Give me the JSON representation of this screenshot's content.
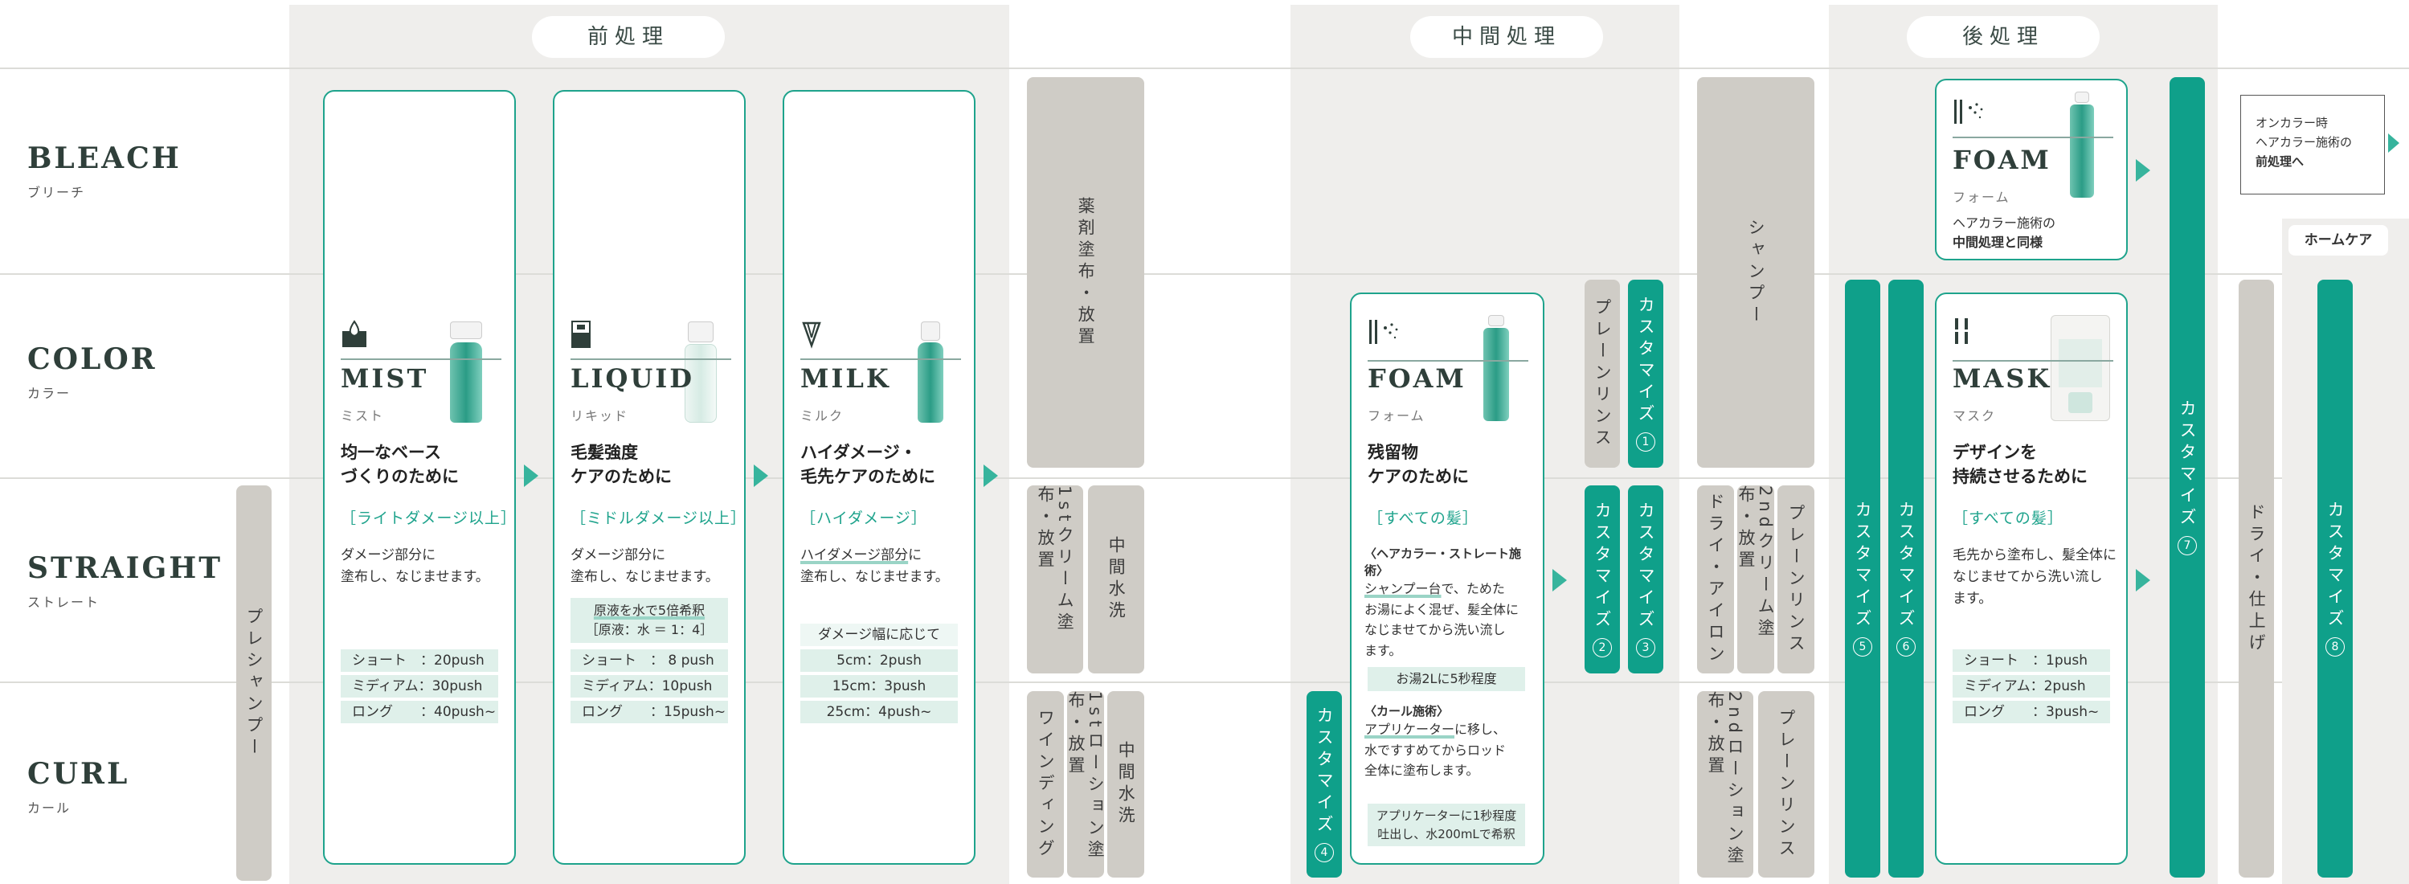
{
  "sections": {
    "pre": "前処理",
    "mid": "中間処理",
    "post": "後処理"
  },
  "rows": [
    {
      "en": "BLEACH",
      "jp": "ブリーチ"
    },
    {
      "en": "COLOR",
      "jp": "カラー"
    },
    {
      "en": "STRAIGHT",
      "jp": "ストレート"
    },
    {
      "en": "CURL",
      "jp": "カール"
    }
  ],
  "preshampoo": "プレシャンプー",
  "products": {
    "mist": {
      "name": "MIST",
      "kana": "ミスト",
      "head1": "均一なベース",
      "head2": "づくりのために",
      "target": "［ライトダメージ以上］",
      "desc1": "ダメージ部分に",
      "desc2": "塗布し、なじませます。",
      "rows": [
        "ショート　：20push",
        "ミディアム：30push",
        "ロング　　：40push~"
      ]
    },
    "liquid": {
      "name": "LIQUID",
      "kana": "リキッド",
      "head1": "毛髪強度",
      "head2": "ケアのために",
      "target": "［ミドルダメージ以上］",
      "desc1": "ダメージ部分に",
      "desc2": "塗布し、なじませます。",
      "note1": "原液を水で5倍希釈",
      "note2": "［原液：水 ＝ 1：4］",
      "rows": [
        "ショート　：  8 push",
        "ミディアム：10push",
        "ロング　　：15push~"
      ]
    },
    "milk": {
      "name": "MILK",
      "kana": "ミルク",
      "head1": "ハイダメージ・",
      "head2": "毛先ケアのために",
      "target": "［ハイダメージ］",
      "desc1a": "ハイダメージ部分",
      "desc1b": "に",
      "desc2": "塗布し、なじませます。",
      "note": "ダメージ幅に応じて",
      "rows": [
        "5cm：2push",
        "15cm：3push",
        "25cm：4push~"
      ]
    },
    "foam_mid": {
      "name": "FOAM",
      "kana": "フォーム",
      "head1": "残留物",
      "head2": "ケアのために",
      "target": "［すべての髪］",
      "sub1": "〈ヘアカラー・ストレート施術〉",
      "d1a": "シャンプー台",
      "d1b": "で、ためた",
      "d2": "お湯によく混ぜ、髪全体に",
      "d3": "なじませてから洗い流し",
      "d4": "ます。",
      "note1": "お湯2Lに5秒程度",
      "sub2": "〈カール施術〉",
      "d5a": "アプリケーター",
      "d5b": "に移し、",
      "d6": "水ですすめてからロッド",
      "d7": "全体に塗布します。",
      "note2a": "アプリケーターに1秒程度",
      "note2b": "吐出し、水200mLで希釈"
    },
    "foam_post": {
      "name": "FOAM",
      "kana": "フォーム",
      "d1": "ヘアカラー施術の",
      "d2": "中間処理と同様"
    },
    "mask": {
      "name": "MASK",
      "kana": "マスク",
      "head1": "デザインを",
      "head2": "持続させるために",
      "target": "［すべての髪］",
      "desc1": "毛先から塗布し、髪全体に",
      "desc2": "なじませてから洗い流し",
      "desc3": "ます。",
      "rows": [
        "ショート　：1push",
        "ミディアム：2push",
        "ロング　　：3push~"
      ]
    }
  },
  "steps": {
    "chem": "薬剤塗布・放置",
    "cream1": "1stクリーム塗布・放置",
    "midrinse": "中間水洗",
    "winding": "ワインディング",
    "lotion1": "1stローション塗布・放置",
    "midrinse2": "中間水洗",
    "shampoo": "シャンプー",
    "plainrinse": "プレーンリンス",
    "customize": "カスタマイズ",
    "dryiron": "ドライ・アイロン",
    "cream2": "2ndクリーム塗布・放置",
    "plainrinse2": "プレーンリンス",
    "lotion2": "2ndローション塗布・放置",
    "plainrinse3": "プレーンリンス",
    "dryfinish": "ドライ・仕上げ",
    "homecare": "ホームケア"
  },
  "nums": [
    "1",
    "2",
    "3",
    "4",
    "5",
    "6",
    "7",
    "8"
  ],
  "oncolor": {
    "l1": "オンカラー時",
    "l2": "ヘアカラー施術の",
    "l3": "前処理へ"
  }
}
